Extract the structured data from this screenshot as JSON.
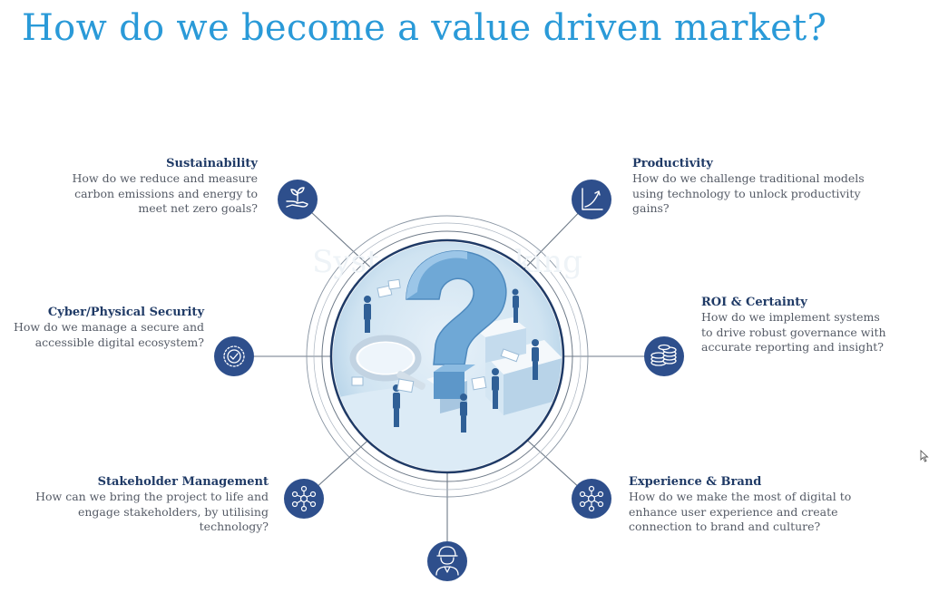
{
  "title": "How do we become a value driven market?",
  "center": {
    "arc_text": "Systems thinking",
    "alt": "illustration of people around a giant question mark and magnifying glass"
  },
  "nodes": [
    {
      "id": "sustainability",
      "title": "Sustainability",
      "body": "How do we reduce and measure\ncarbon emissions and energy to\nmeet net zero goals?",
      "icon": "hand-plant-icon"
    },
    {
      "id": "productivity",
      "title": "Productivity",
      "body": "How do we challenge traditional models\nusing technology to unlock productivity\ngains?",
      "icon": "growth-chart-icon"
    },
    {
      "id": "cyber",
      "title": "Cyber/Physical Security",
      "body": "How do we manage a secure and\naccessible digital ecosystem?",
      "icon": "shield-check-icon"
    },
    {
      "id": "roi",
      "title": "ROI & Certainty",
      "body": "How do we implement systems\nto drive robust governance with\naccurate reporting and insight?",
      "icon": "coin-stack-icon"
    },
    {
      "id": "stakeholder",
      "title": "Stakeholder Management",
      "body": "How can we bring the project to life and\nengage stakeholders, by utilising\ntechnology?",
      "icon": "network-icon"
    },
    {
      "id": "experience",
      "title": "Experience & Brand",
      "body": "How do we make the most of digital to\nenhance user experience and create\nconnection to brand and culture?",
      "icon": "network-icon"
    },
    {
      "id": "bottom",
      "icon": "worker-icon"
    }
  ],
  "colors": {
    "title": "#2a9ad8",
    "node": "#2e4f8c",
    "heading": "#1f3a66",
    "body": "#555b66",
    "line": "#6e7a88",
    "center_fill": "#cfe3f1"
  }
}
